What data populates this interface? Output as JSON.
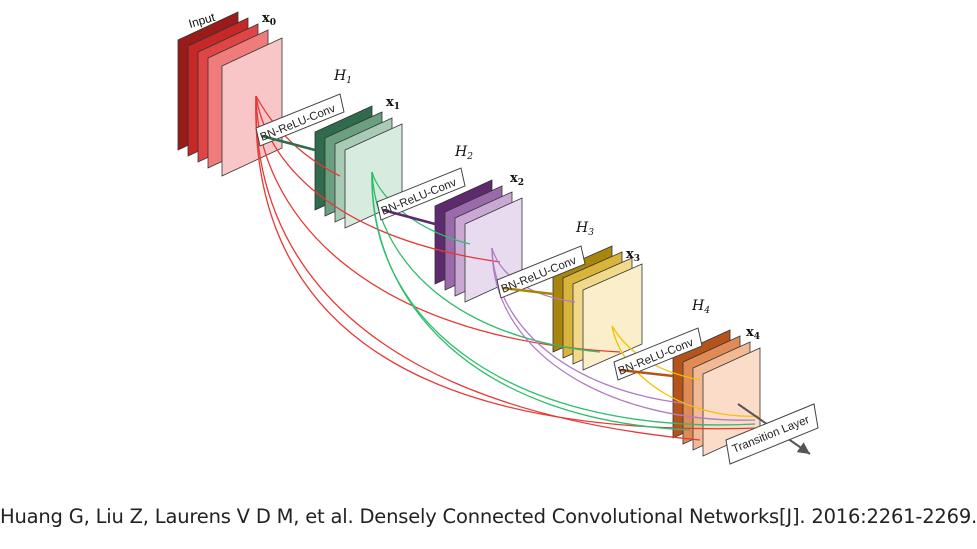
{
  "labels": {
    "input": "Input",
    "x0": "x",
    "x0_sub": "0",
    "x1": "x",
    "x1_sub": "1",
    "x2": "x",
    "x2_sub": "2",
    "x3": "x",
    "x3_sub": "3",
    "x4": "x",
    "x4_sub": "4",
    "h1": "H",
    "h1_sub": "1",
    "h2": "H",
    "h2_sub": "2",
    "h3": "H",
    "h3_sub": "3",
    "h4": "H",
    "h4_sub": "4",
    "bn1": "BN-ReLU-Conv",
    "bn2": "BN-ReLU-Conv",
    "bn3": "BN-ReLU-Conv",
    "bn4": "BN-ReLU-Conv",
    "transition": "Transition Layer"
  },
  "colors": {
    "red": "#e53935",
    "green": "#2ebd6b",
    "purple": "#b07cc6",
    "yellow": "#f2c200",
    "stack0": [
      "#9b1b1b",
      "#c62828",
      "#e04545",
      "#ef7b7b",
      "#f8c6c6"
    ],
    "stack1": [
      "#2f6b4c",
      "#6a9f80",
      "#a8cbb6",
      "#d8ebdf"
    ],
    "stack2": [
      "#5e2a6e",
      "#9a6aab",
      "#c9a9d4",
      "#e9dbef"
    ],
    "stack3": [
      "#a8860e",
      "#d8b43a",
      "#f0d98a",
      "#fbeecb"
    ],
    "stack4": [
      "#b5531b",
      "#e08a55",
      "#f2b995",
      "#fbdcc8"
    ]
  },
  "caption": "Huang G, Liu Z, Laurens V D M, et al. Densely Connected Convolutional Networks[J]. 2016:2261-2269."
}
